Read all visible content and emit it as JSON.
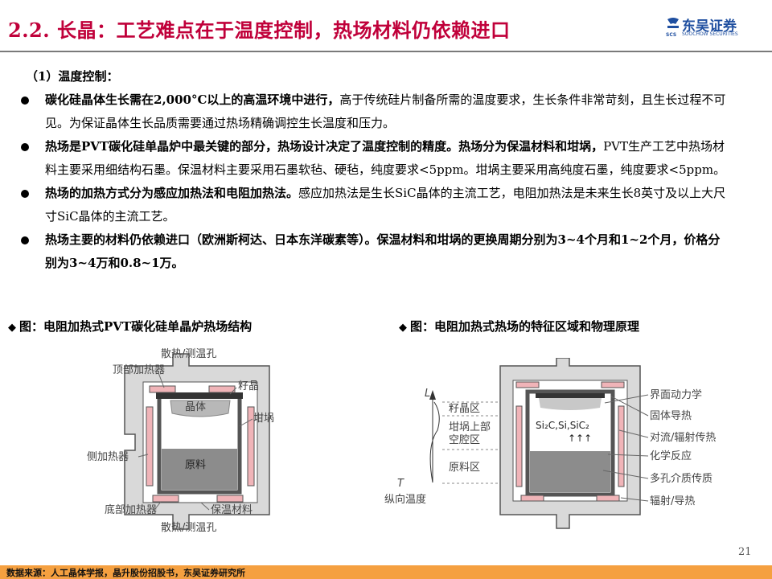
{
  "header": {
    "title": "2.2. 长晶：工艺难点在于温度控制，热场材料仍依赖进口",
    "logo_text": "东吴证券",
    "logo_sub": "SOOCHOW SECURITIES"
  },
  "section": {
    "subhead": "（1）温度控制：",
    "bullets": [
      {
        "bold": "碳化硅晶体生长需在2,000°C以上的高温环境中进行，",
        "text": "高于传统硅片制备所需的温度要求，生长条件非常苛刻，且生长过程不可见。为保证晶体生长品质需要通过热场精确调控生长温度和压力。"
      },
      {
        "bold": "热场是PVT碳化硅单晶炉中最关键的部分，热场设计决定了温度控制的精度。热场分为保温材料和坩埚，",
        "text": "PVT生产工艺中热场材料主要采用细结构石墨。保温材料主要采用石墨软毡、硬毡，纯度要求<5ppm。坩埚主要采用高纯度石墨，纯度要求<5ppm。"
      },
      {
        "bold": "热场的加热方式分为感应加热法和电阻加热法。",
        "text": "感应加热法是生长SiC晶体的主流工艺，电阻加热法是未来生长8英寸及以上大尺寸SiC晶体的主流工艺。"
      },
      {
        "bold": "热场主要的材料仍依赖进口（欧洲斯柯达、日本东洋碳素等）。保温材料和坩埚的更换周期分别为3~4个月和1~2个月，价格分别为3~4万和0.8~1万。",
        "text": ""
      }
    ]
  },
  "figure1": {
    "title": "图：电阻加热式PVT碳化硅单晶炉热场结构",
    "labels": {
      "top_hole": "散热/测温孔",
      "top_heater": "顶部加热器",
      "seed": "籽晶",
      "crystal": "晶体",
      "crucible": "坩埚",
      "side_heater": "侧加热器",
      "feedstock": "原料",
      "bottom_heater": "底部加热器",
      "insulation": "保温材料",
      "bottom_hole": "散热/测温孔"
    }
  },
  "figure2": {
    "title": "图：电阻加热式热场的特征区域和物理原理",
    "axis_top": "L",
    "axis_bottom": "T",
    "axis_label": "纵向温度",
    "zone_seed": "籽晶区",
    "zone_cavity_1": "坩埚上部",
    "zone_cavity_2": "空腔区",
    "zone_feed": "原料区",
    "species": "Si₂C,Si,SiC₂",
    "right_labels": [
      "界面动力学",
      "固体导热",
      "对流/辐射传热",
      "化学反应",
      "多孔介质传质",
      "辐射/导热"
    ]
  },
  "page_number": "21",
  "footer": {
    "source": "数据来源：人工晶体学报，晶升股份招股书，东吴证券研究所"
  },
  "colors": {
    "title": "#c0003a",
    "logo": "#1f4fa0",
    "footer_bg": "#f5a040",
    "heater": "#f0b4b8",
    "insulation": "#d9d9d9"
  }
}
